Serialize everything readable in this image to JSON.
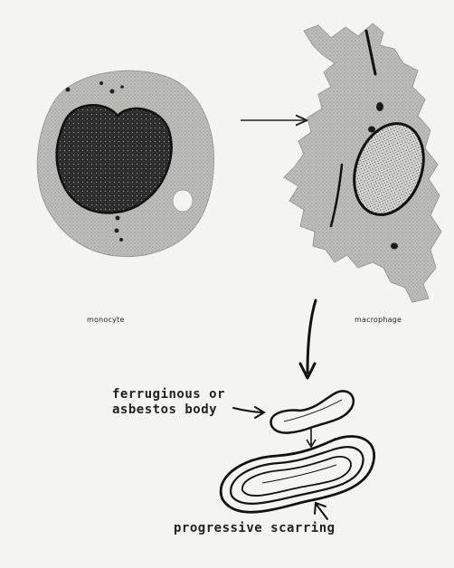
{
  "labels": {
    "monocyte": "monocyte",
    "macrophage": "macrophage",
    "body_line1": "ferruginous or",
    "body_line2": "asbestos body",
    "scarring": "progressive scarring"
  },
  "colors": {
    "ink": "#1b1b1b",
    "cytoplasm": "#b9b9b5",
    "paper": "#f4f4f2"
  }
}
